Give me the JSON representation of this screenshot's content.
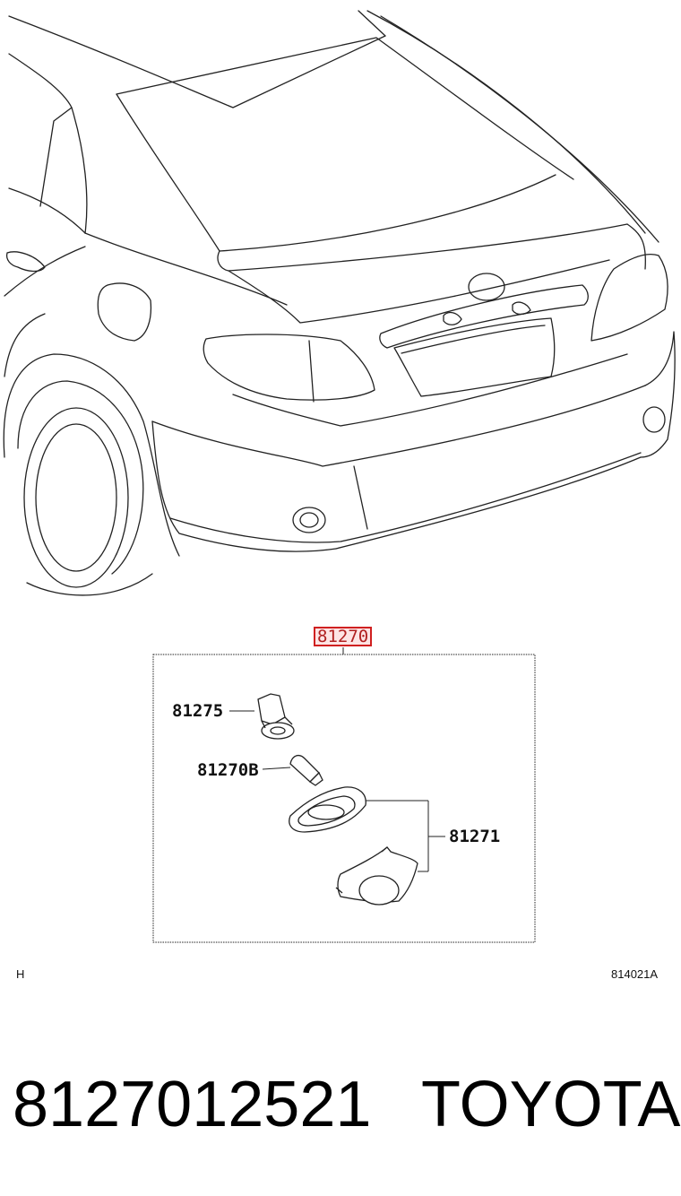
{
  "diagram": {
    "callouts": {
      "assembly": "81270",
      "socket": "81275",
      "bulb": "81270B",
      "lens_housing": "81271"
    },
    "corner_left": "H",
    "figure_code": "814021A"
  },
  "footer": {
    "part_number": "8127012521",
    "brand": "TOYOTA"
  },
  "colors": {
    "line": "#222222",
    "highlight_border": "#d02020",
    "highlight_fill": "#fde4e4"
  }
}
